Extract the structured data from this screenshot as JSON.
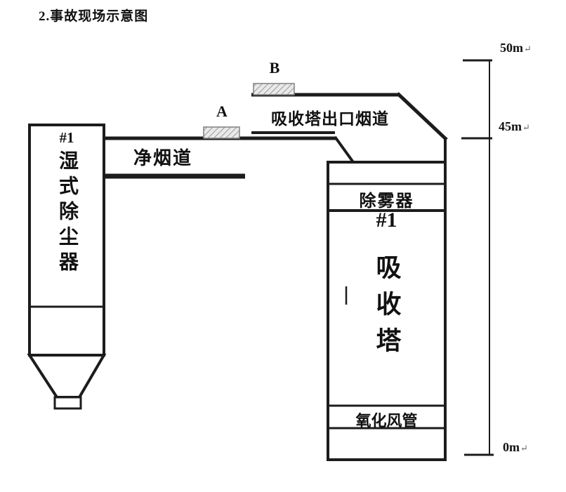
{
  "title": "2.事故现场示意图",
  "diagram": {
    "dust_collector": {
      "number": "#1",
      "name": "湿式除尘器"
    },
    "clean_flue": {
      "label": "净烟道"
    },
    "outlet_flue": {
      "label": "吸收塔出口烟道"
    },
    "marker_a": {
      "label": "A"
    },
    "marker_b": {
      "label": "B"
    },
    "absorption_tower": {
      "demister": "除雾器",
      "number": "#1",
      "name": "吸收塔",
      "oxidation_duct": "氧化风管"
    },
    "scale": {
      "top": {
        "value": "50m",
        "mark": "↵"
      },
      "mid": {
        "value": "45m",
        "mark": "↵"
      },
      "bottom": {
        "value": "0m",
        "mark": "↵"
      }
    }
  },
  "colors": {
    "line": "#1c1c1c",
    "hatch": "#9a9a9a",
    "hatch_bg": "#e9e9e9"
  }
}
